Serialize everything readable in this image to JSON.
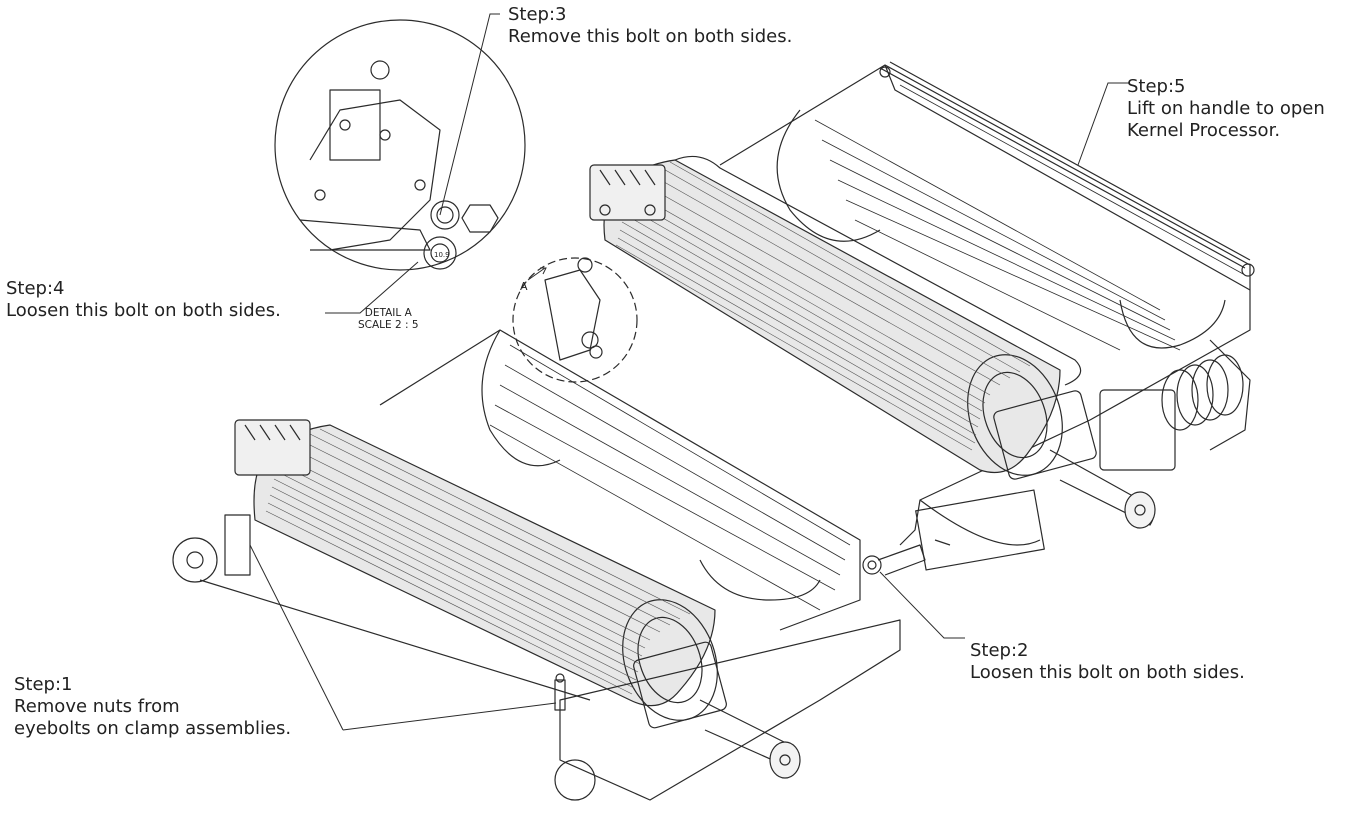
{
  "steps": {
    "step1": {
      "title": "Step:1",
      "line1": "Remove nuts from",
      "line2": "eyebolts on clamp assemblies."
    },
    "step2": {
      "title": "Step:2",
      "line1": "Loosen this bolt on both sides."
    },
    "step3": {
      "title": "Step:3",
      "line1": "Remove this bolt on both sides."
    },
    "step4": {
      "title": "Step:4",
      "line1": "Loosen this bolt on both sides."
    },
    "step5": {
      "title": "Step:5",
      "line1": "Lift on handle to open",
      "line2": "Kernel Processor."
    }
  },
  "detail": {
    "name": "DETAIL A",
    "scale": "SCALE 2 : 5",
    "view_letter": "A",
    "bolt_marking": "10.9"
  },
  "colors": {
    "line": "#2b2b2b",
    "paper": "#ffffff",
    "shade": "#dcdcdc"
  }
}
